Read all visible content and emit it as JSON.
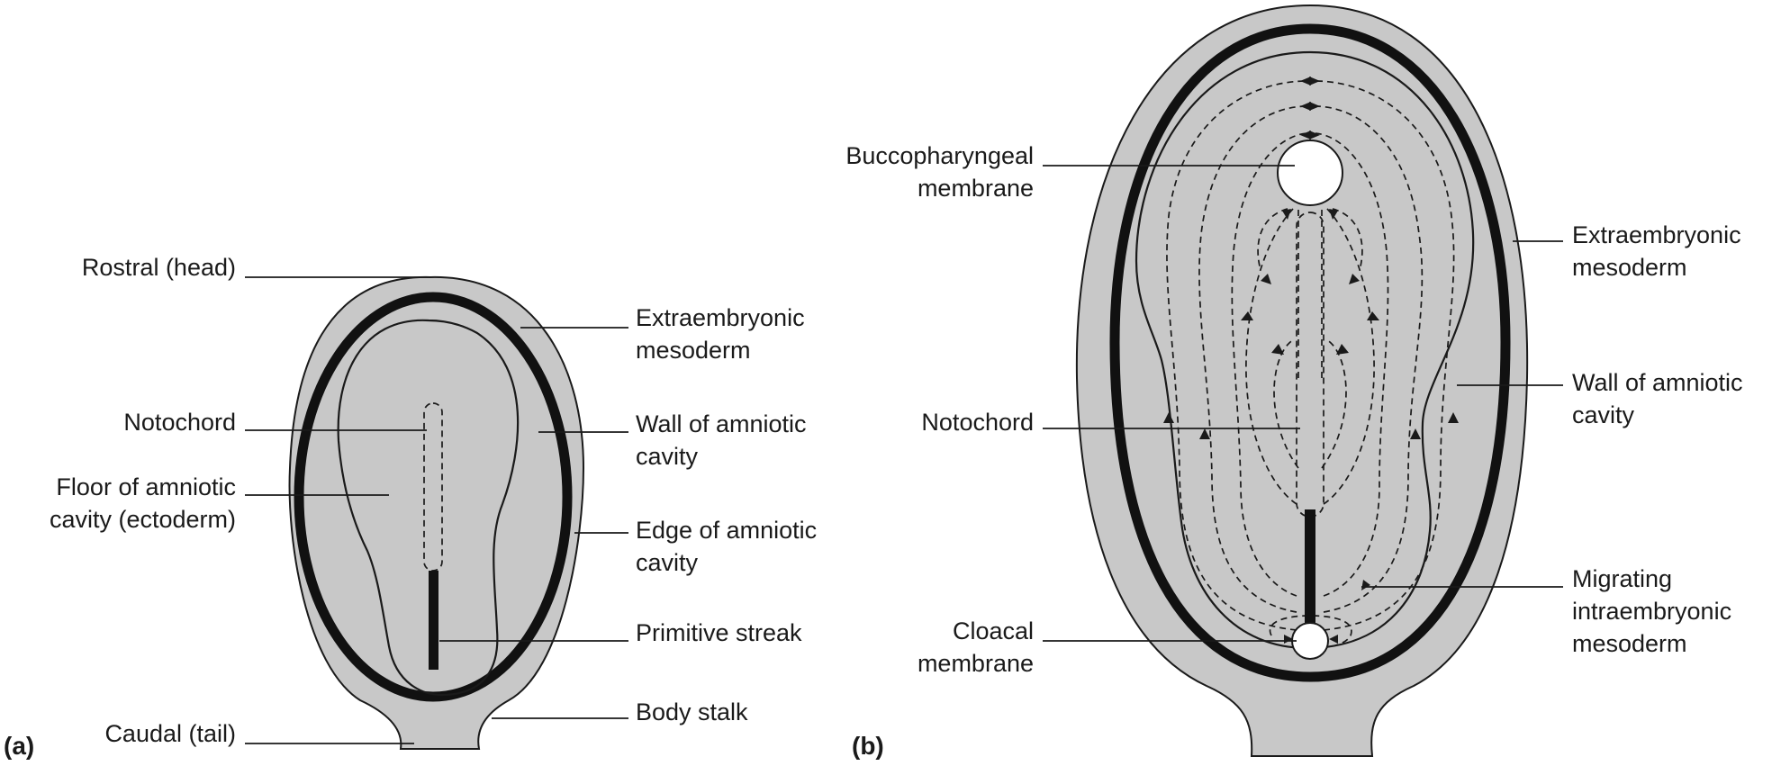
{
  "colors": {
    "shell_fill": "#c8c8c8",
    "line": "#1a1a1a",
    "background": "#ffffff"
  },
  "panel_a": {
    "letter": "(a)",
    "labels": {
      "rostral": "Rostral (head)",
      "caudal": "Caudal (tail)",
      "notochord": "Notochord",
      "floor_line1": "Floor of amniotic",
      "floor_line2": "cavity (ectoderm)",
      "extraembryonic_line1": "Extraembryonic",
      "extraembryonic_line2": "mesoderm",
      "wall_line1": "Wall of amniotic",
      "wall_line2": "cavity",
      "edge_line1": "Edge of amniotic",
      "edge_line2": "cavity",
      "primitive_streak": "Primitive streak",
      "body_stalk": "Body stalk"
    }
  },
  "panel_b": {
    "letter": "(b)",
    "labels": {
      "bucco_line1": "Buccopharyngeal",
      "bucco_line2": "membrane",
      "notochord": "Notochord",
      "cloacal_line1": "Cloacal",
      "cloacal_line2": "membrane",
      "extraembryonic_line1": "Extraembryonic",
      "extraembryonic_line2": "mesoderm",
      "wall_line1": "Wall of amniotic",
      "wall_line2": "cavity",
      "migrating_line1": "Migrating",
      "migrating_line2": "intraembryonic",
      "migrating_line3": "mesoderm"
    }
  }
}
